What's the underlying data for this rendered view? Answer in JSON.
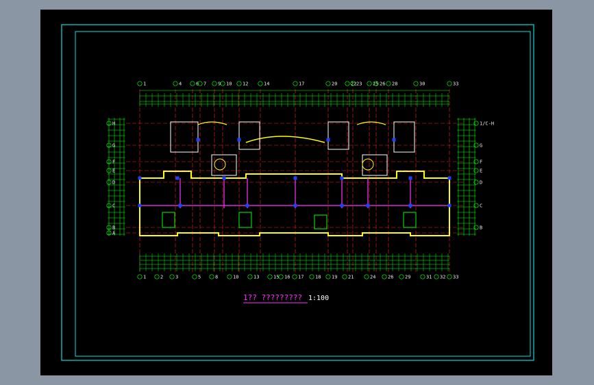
{
  "viewer": {
    "background_color": "#8a96a3",
    "sheet_color": "#000000"
  },
  "drawing": {
    "title": "1?? ?????????",
    "scale": "1:100",
    "colors": {
      "frame": "#00e0e0",
      "grid_line": "#ff2020",
      "dimension": "#00ff00",
      "wall": "#ffff00",
      "column": "#2040ff",
      "partition": "#ff33ff",
      "room_outline": "#ffffff"
    },
    "top_axes": [
      "1",
      "4",
      "6",
      "7",
      "9",
      "10",
      "12",
      "14",
      "17",
      "20",
      "22",
      "23",
      "25",
      "26",
      "28",
      "30",
      "33"
    ],
    "bottom_axes": [
      "1",
      "2",
      "3",
      "5",
      "8",
      "10",
      "13",
      "15",
      "16",
      "17",
      "18",
      "19",
      "21",
      "24",
      "26",
      "29",
      "31",
      "32",
      "33"
    ],
    "left_axes": [
      "H",
      "G",
      "F",
      "E",
      "D",
      "C",
      "B",
      "A"
    ],
    "right_axes": [
      "1/C-H",
      "G",
      "F",
      "E",
      "D",
      "C",
      "B"
    ]
  }
}
